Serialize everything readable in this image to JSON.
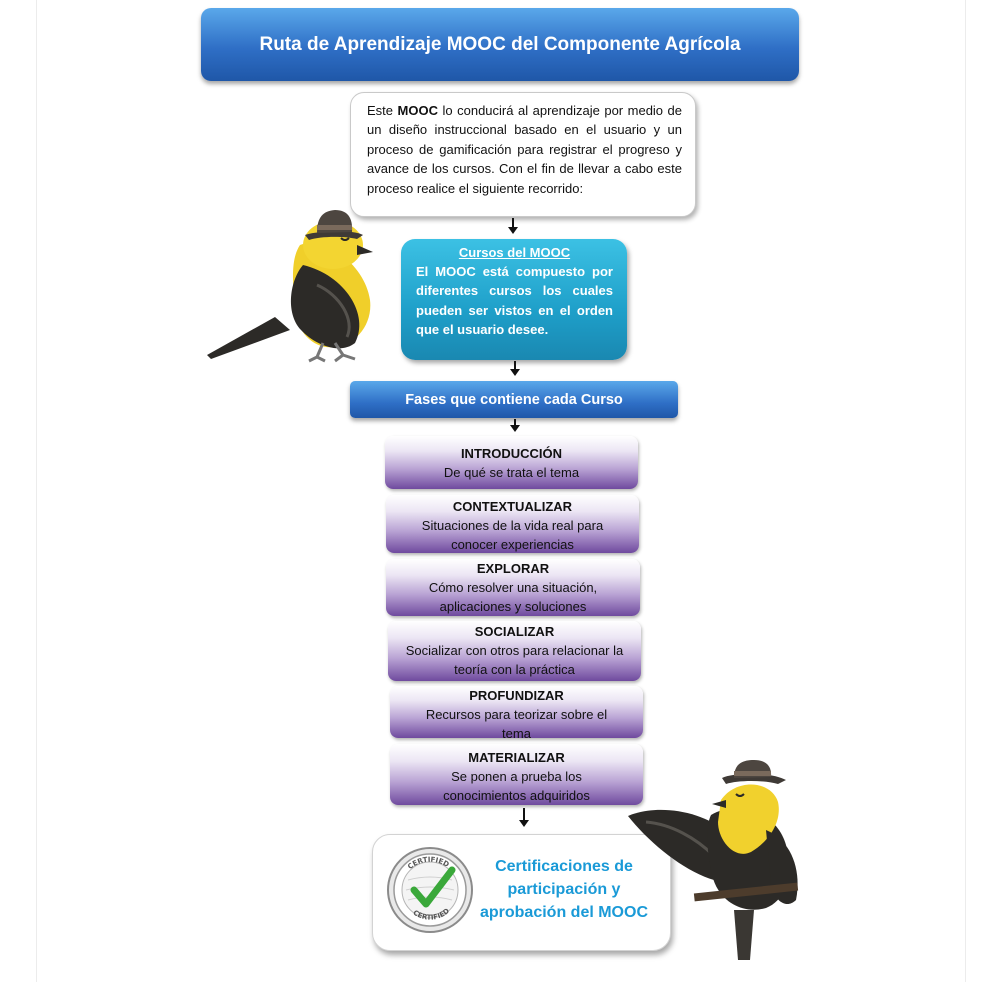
{
  "title": "Ruta de Aprendizaje MOOC del Componente Agrícola",
  "intro": {
    "prefix": "Este ",
    "bold": "MOOC",
    "text": " lo conducirá al aprendizaje por medio de un diseño instruccional basado en el usuario y un proceso de gamificación para registrar el progreso y avance de los cursos. Con el fin de llevar a cabo este proceso realice el siguiente recorrido:"
  },
  "cursos": {
    "title": "Cursos del MOOC",
    "text": "El MOOC está compuesto por diferentes cursos los cuales pueden ser vistos en el orden que el usuario desee."
  },
  "fases_title": "Fases que contiene cada  Curso",
  "phases": [
    {
      "title": "INTRODUCCIÓN",
      "desc": "De qué  se trata el tema"
    },
    {
      "title": "CONTEXTUALIZAR",
      "desc": "Situaciones de la vida real para conocer  experiencias"
    },
    {
      "title": "EXPLORAR",
      "desc": "Cómo resolver una situación, aplicaciones y  soluciones"
    },
    {
      "title": "SOCIALIZAR",
      "desc": "Socializar con otros para relacionar la teoría con la práctica"
    },
    {
      "title": "PROFUNDIZAR",
      "desc": "Recursos para teorizar sobre el tema"
    },
    {
      "title": "MATERIALIZAR",
      "desc": "Se ponen a prueba los conocimientos  adquiridos"
    }
  ],
  "certificate": {
    "text": "Certificaciones de participación y aprobación del MOOC",
    "seal_top": "CERTIFIED",
    "seal_bottom": "CERTIFIED"
  },
  "colors": {
    "title_blue": "#2f6fc6",
    "cyan": "#1e9fc9",
    "purple": "#6f4a9e",
    "cert_text": "#1a9ad7",
    "seal_green": "#3aa83a"
  }
}
